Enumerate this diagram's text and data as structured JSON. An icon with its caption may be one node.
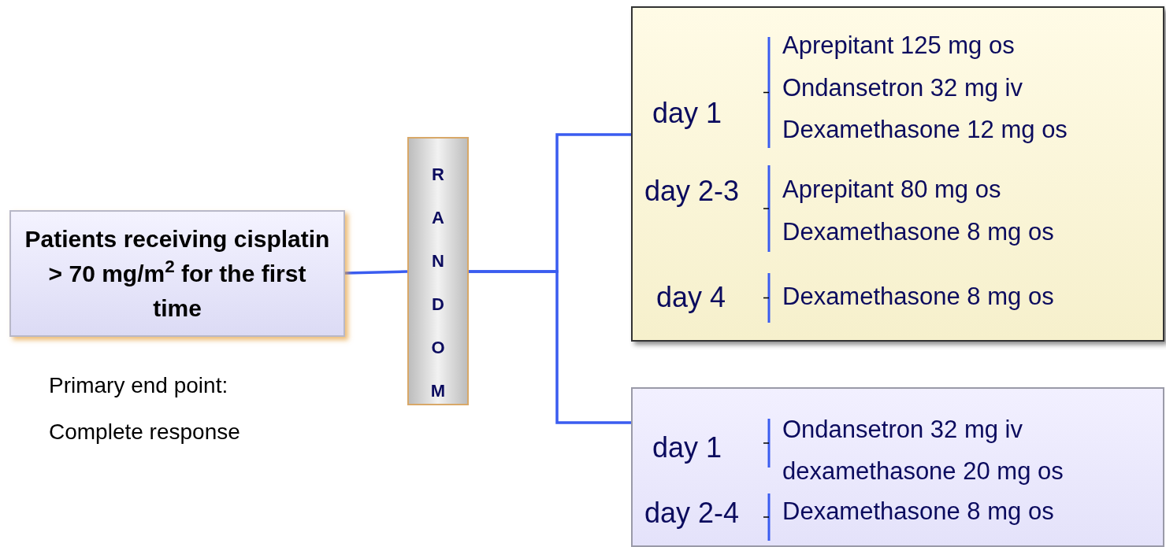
{
  "diagram": {
    "nodes": [
      {
        "text": [
          "Patients receiving cisplatin > 70 mg/m$^{2}$ for the first time"
        ]
      },
      {
        "text": [
          "RANDOM"
        ]
      },
      {
        "text": [
          "day 1",
          "Aprepitant 125 mg os",
          "Ondansetron 32 mg iv",
          "Dexamethasone 12 mg os",
          "day 2-3",
          "Aprepitant 80 mg os",
          "Dexamethasone 8 mg os",
          "day 4",
          "Dexamethasone 8 mg os"
        ]
      },
      {
        "text": [
          "day 1",
          "Ondansetron 32 mg iv",
          "dexamethasone 20 mg os",
          "day 2-4",
          "Dexamethasone 8 mg os"
        ]
      }
    ],
    "edges": [
      {
        "from": 0,
        "to": 1,
        "arrow": "none"
      },
      {
        "from": 1,
        "to": 2,
        "arrow": "none"
      },
      {
        "from": 1,
        "to": 3,
        "arrow": "none"
      }
    ],
    "labels": [
      "Primary end point:",
      "Complete response"
    ]
  }
}
